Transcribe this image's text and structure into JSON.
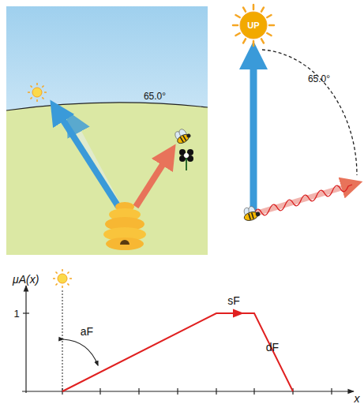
{
  "diagram": {
    "nodes": [
      {
        "text": [
          "UP"
        ]
      }
    ],
    "labels": [
      "65.0°",
      "65.0°",
      "μA(x)",
      "1",
      "sF",
      "aF",
      "dF",
      "x"
    ]
  }
}
